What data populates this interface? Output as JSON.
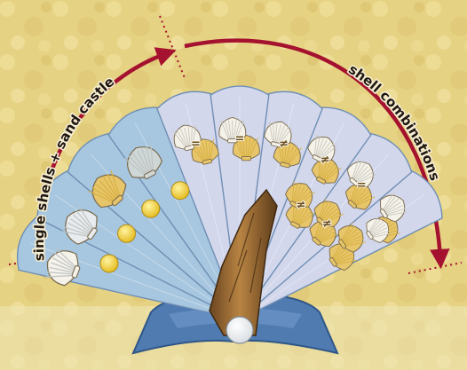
{
  "labels": {
    "left": "single shells + sand castle",
    "right": "shell combinations"
  },
  "symbols": {
    "equal": "=",
    "not_equal": "≠"
  },
  "colors": {
    "background": "#e8d58a",
    "arrow": "#a5122f",
    "fan_blue": "#a7c6df",
    "fan_lavender": "#d3d7ec",
    "gold_coin": "#f0cf3a",
    "pointer_wood": "#9b6a30",
    "base_blue": "#4f7bb1"
  },
  "icons": {
    "shell": "scallop-shell-icon",
    "coin": "gold-coin-icon",
    "pointer": "wooden-pointer",
    "pivot": "pivot-pearl-icon"
  }
}
